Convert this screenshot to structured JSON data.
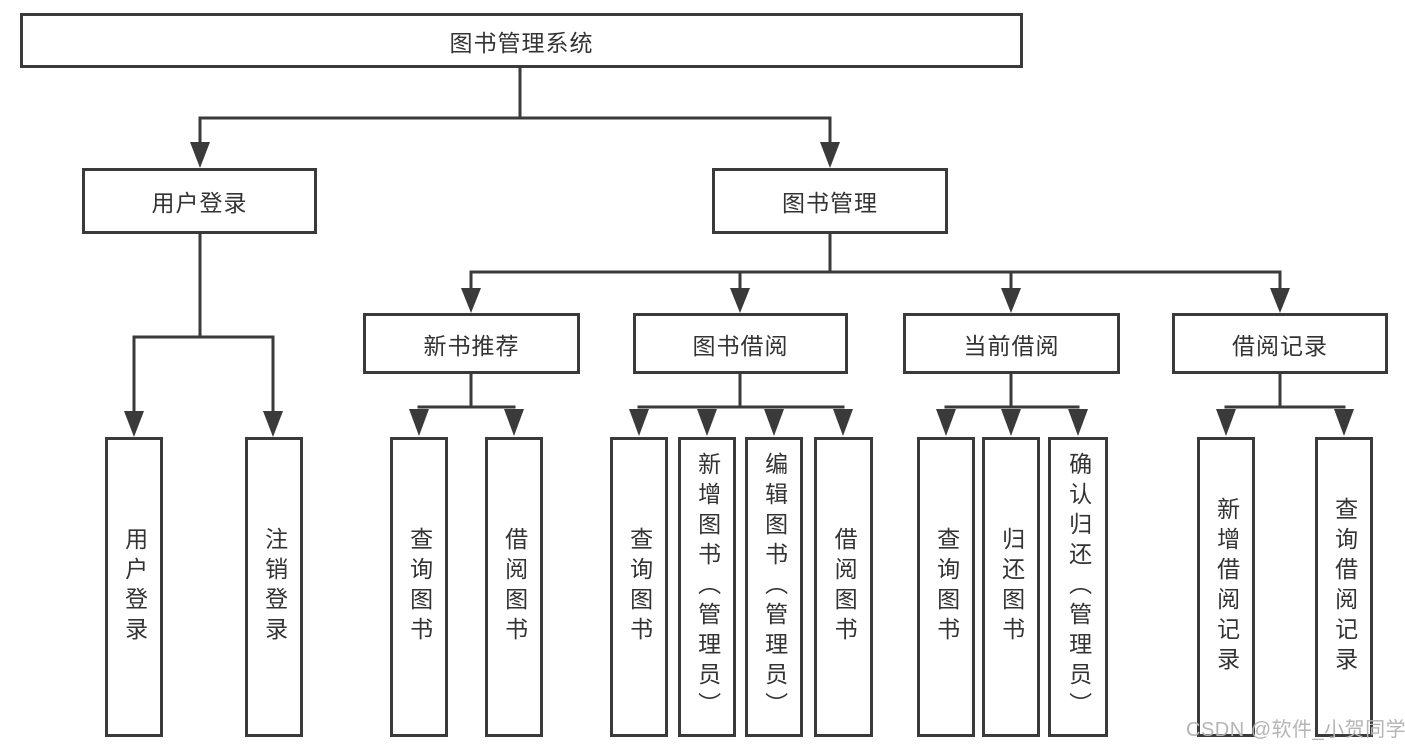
{
  "diagram": {
    "root": {
      "label": "图书管理系统"
    },
    "login_branch": {
      "label": "用户登录",
      "children": [
        {
          "label": "用户登录"
        },
        {
          "label": "注销登录"
        }
      ]
    },
    "mgmt_branch": {
      "label": "图书管理",
      "sections": [
        {
          "label": "新书推荐",
          "children": [
            {
              "label": "查询图书"
            },
            {
              "label": "借阅图书"
            }
          ]
        },
        {
          "label": "图书借阅",
          "children": [
            {
              "label": "查询图书"
            },
            {
              "label": "新增图书（管理员）"
            },
            {
              "label": "编辑图书（管理员）"
            },
            {
              "label": "借阅图书"
            }
          ]
        },
        {
          "label": "当前借阅",
          "children": [
            {
              "label": "查询图书"
            },
            {
              "label": "归还图书"
            },
            {
              "label": "确认归还（管理员）"
            }
          ]
        },
        {
          "label": "借阅记录",
          "children": [
            {
              "label": "新增借阅记录"
            },
            {
              "label": "查询借阅记录"
            }
          ]
        }
      ]
    }
  },
  "watermark": "CSDN @软件_小贺同学"
}
